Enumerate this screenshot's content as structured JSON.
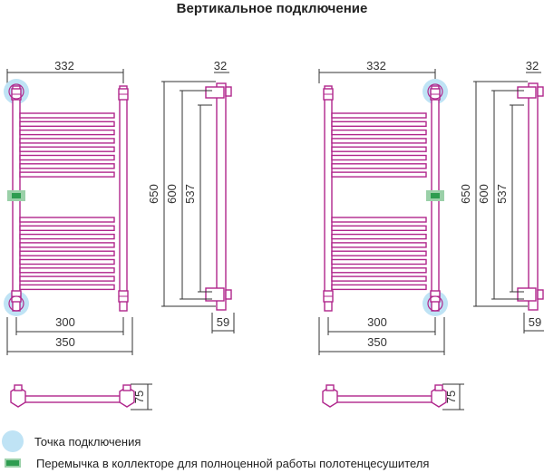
{
  "title": "Вертикальное подключение",
  "colors": {
    "pipe": "#b0268c",
    "pipe_fill": "#ffffff",
    "connection": "#bfe3f5",
    "jumper": "#2e9c50",
    "jumper_border": "#9ad0a8",
    "dim_line": "#333333"
  },
  "dimensions": {
    "width_total": "332",
    "depth_top": "32",
    "height_total": "650",
    "height_600": "600",
    "height_537": "537",
    "axis_distance": "300",
    "outer_width": "350",
    "wall_offset": "59",
    "wall_depth": "75"
  },
  "legend": {
    "connection_point": "Точка подключения",
    "jumper": "Перемычка в коллекторе для полноценной работы полотенцесушителя"
  }
}
